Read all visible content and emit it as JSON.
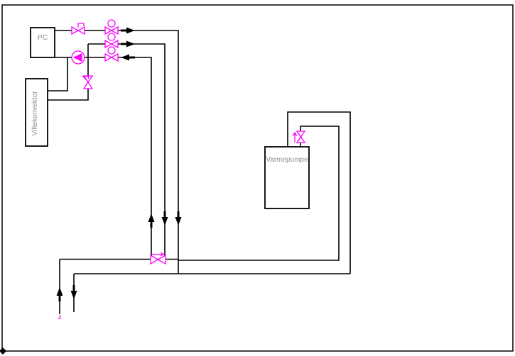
{
  "colors": {
    "pipe": "#000000",
    "symbol": "#ff00ff",
    "label": "#8f8f8f",
    "background": "#ffffff"
  },
  "components": {
    "pc": {
      "label": "PC"
    },
    "fan_convector": {
      "label": "Viftekonvektor"
    },
    "heat_pump": {
      "label": "Varmepumpe"
    }
  },
  "symbols": [
    {
      "name": "manual-valve",
      "location": "pc-top-line"
    },
    {
      "name": "motorized-valve-top",
      "location": "line-y43"
    },
    {
      "name": "motorized-valve-middle",
      "location": "line-y62"
    },
    {
      "name": "motorized-valve-bottom",
      "location": "line-y81"
    },
    {
      "name": "circulation-pump",
      "location": "line-y81",
      "flow": "left"
    },
    {
      "name": "handle-valve",
      "location": "fan-convector-riser"
    },
    {
      "name": "shutoff-valve",
      "location": "bottom-manifold",
      "flow": "right"
    },
    {
      "name": "heat-pump-valve",
      "location": "heat-pump-top-pipe",
      "flow": "up"
    }
  ],
  "flow_arrows": [
    {
      "on": "line-y43",
      "direction": "right"
    },
    {
      "on": "line-y62",
      "direction": "right"
    },
    {
      "on": "line-y81",
      "direction": "left"
    },
    {
      "on": "riser-x213",
      "direction": "up"
    },
    {
      "on": "riser-x232",
      "direction": "down"
    },
    {
      "on": "riser-x251",
      "direction": "down"
    },
    {
      "on": "stub-x84",
      "direction": "up"
    },
    {
      "on": "stub-x104",
      "direction": "down"
    }
  ]
}
